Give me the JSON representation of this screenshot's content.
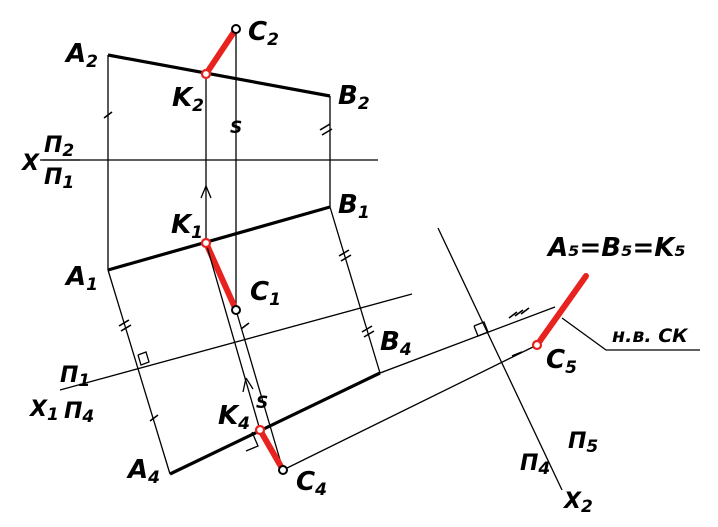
{
  "points": {
    "A2": {
      "letter": "A",
      "sub": "2"
    },
    "C2": {
      "letter": "C",
      "sub": "2"
    },
    "K2": {
      "letter": "K",
      "sub": "2"
    },
    "B2": {
      "letter": "B",
      "sub": "2"
    },
    "K1": {
      "letter": "K",
      "sub": "1"
    },
    "B1": {
      "letter": "B",
      "sub": "1"
    },
    "A1": {
      "letter": "A",
      "sub": "1"
    },
    "C1": {
      "letter": "C",
      "sub": "1"
    },
    "B4": {
      "letter": "B",
      "sub": "4"
    },
    "K4": {
      "letter": "K",
      "sub": "4"
    },
    "A4": {
      "letter": "A",
      "sub": "4"
    },
    "C4": {
      "letter": "C",
      "sub": "4"
    },
    "C5": {
      "letter": "C",
      "sub": "5"
    }
  },
  "axes": {
    "x": {
      "letter": "X",
      "top": "П",
      "top_sub": "2",
      "bottom": "П",
      "bottom_sub": "1"
    },
    "x1": {
      "letter": "X",
      "letter_sub": "1",
      "top": "П",
      "top_sub": "1",
      "bottom": "П",
      "bottom_sub": "4"
    },
    "x2": {
      "letter": "X",
      "letter_sub": "2",
      "left": "П",
      "left_sub": "4",
      "right": "П",
      "right_sub": "5"
    }
  },
  "coincident_label": "A₅=B₅=K₅",
  "note_label": "н.в. СК",
  "height_mark": "S",
  "colors": {
    "highlight": "#e8231f",
    "ink": "#000000",
    "background": "#ffffff"
  }
}
